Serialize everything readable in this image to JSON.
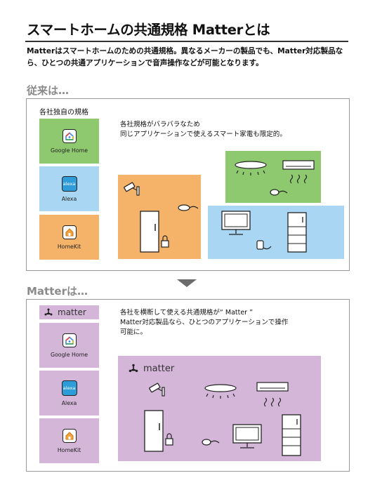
{
  "title": "スマートホームの共通規格 Matterとは",
  "lead": "Matterはスマートホームのための共通規格。異なるメーカーの製品でも、Matter対応製品なら、ひとつの共通アプリケーションで音声操作などが可能となります。",
  "before": {
    "label": "従来は…",
    "column_title": "各社独自の規格",
    "desc_line1": "各社規格がバラバラなため",
    "desc_line2": "同じアプリケーションで使えるスマート家電も限定的。",
    "brands": [
      {
        "name": "Google Home",
        "color": "#8ec970"
      },
      {
        "name": "Alexa",
        "color": "#a9d6f2",
        "icon_text": "alexa"
      },
      {
        "name": "HomeKit",
        "color": "#f5b36a"
      }
    ]
  },
  "after": {
    "label": "Matterは…",
    "logo_text": "matter",
    "desc_line1": "各社を横断して使える共通規格が“ Matter ”",
    "desc_line2": "Matter対応製品なら、ひとつのアプリケーションで操作",
    "desc_line3": "可能に。",
    "brands": [
      {
        "name": "Google Home"
      },
      {
        "name": "Alexa",
        "icon_text": "alexa"
      },
      {
        "name": "HomeKit"
      }
    ],
    "color": "#d4b6d8"
  }
}
